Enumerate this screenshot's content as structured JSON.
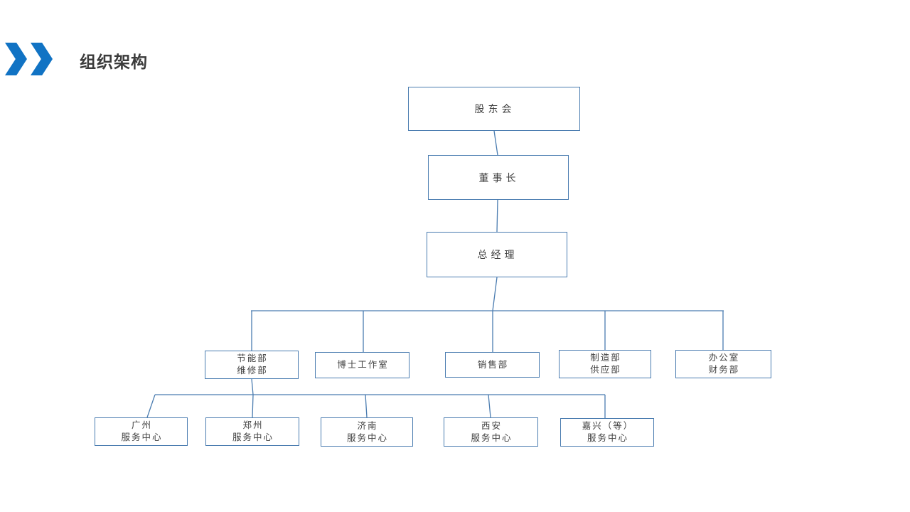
{
  "slide": {
    "title": "组织架构",
    "colors": {
      "chevron_accent": "#1173C4",
      "node_border": "#4A7CB0",
      "connector_line": "#4A7CB0",
      "title_text": "#3B3B3B",
      "node_text": "#404040",
      "background": "#FFFFFF"
    }
  },
  "org_chart": {
    "nodes": {
      "shareholders": {
        "label": "股东会"
      },
      "chairman": {
        "label": "董事长"
      },
      "general_manager": {
        "label": "总经理"
      },
      "energy_maintenance": {
        "line1": "节能部",
        "line2": "维修部"
      },
      "doctor_studio": {
        "label": "博士工作室"
      },
      "sales": {
        "label": "销售部"
      },
      "manufacturing_supply": {
        "line1": "制造部",
        "line2": "供应部"
      },
      "office_finance": {
        "line1": "办公室",
        "line2": "财务部"
      },
      "guangzhou": {
        "line1": "广州",
        "line2": "服务中心"
      },
      "zhengzhou": {
        "line1": "郑州",
        "line2": "服务中心"
      },
      "jinan": {
        "line1": "济南",
        "line2": "服务中心"
      },
      "xian": {
        "line1": "西安",
        "line2": "服务中心"
      },
      "jiaxing": {
        "line1": "嘉兴（等）",
        "line2": "服务中心"
      }
    }
  }
}
